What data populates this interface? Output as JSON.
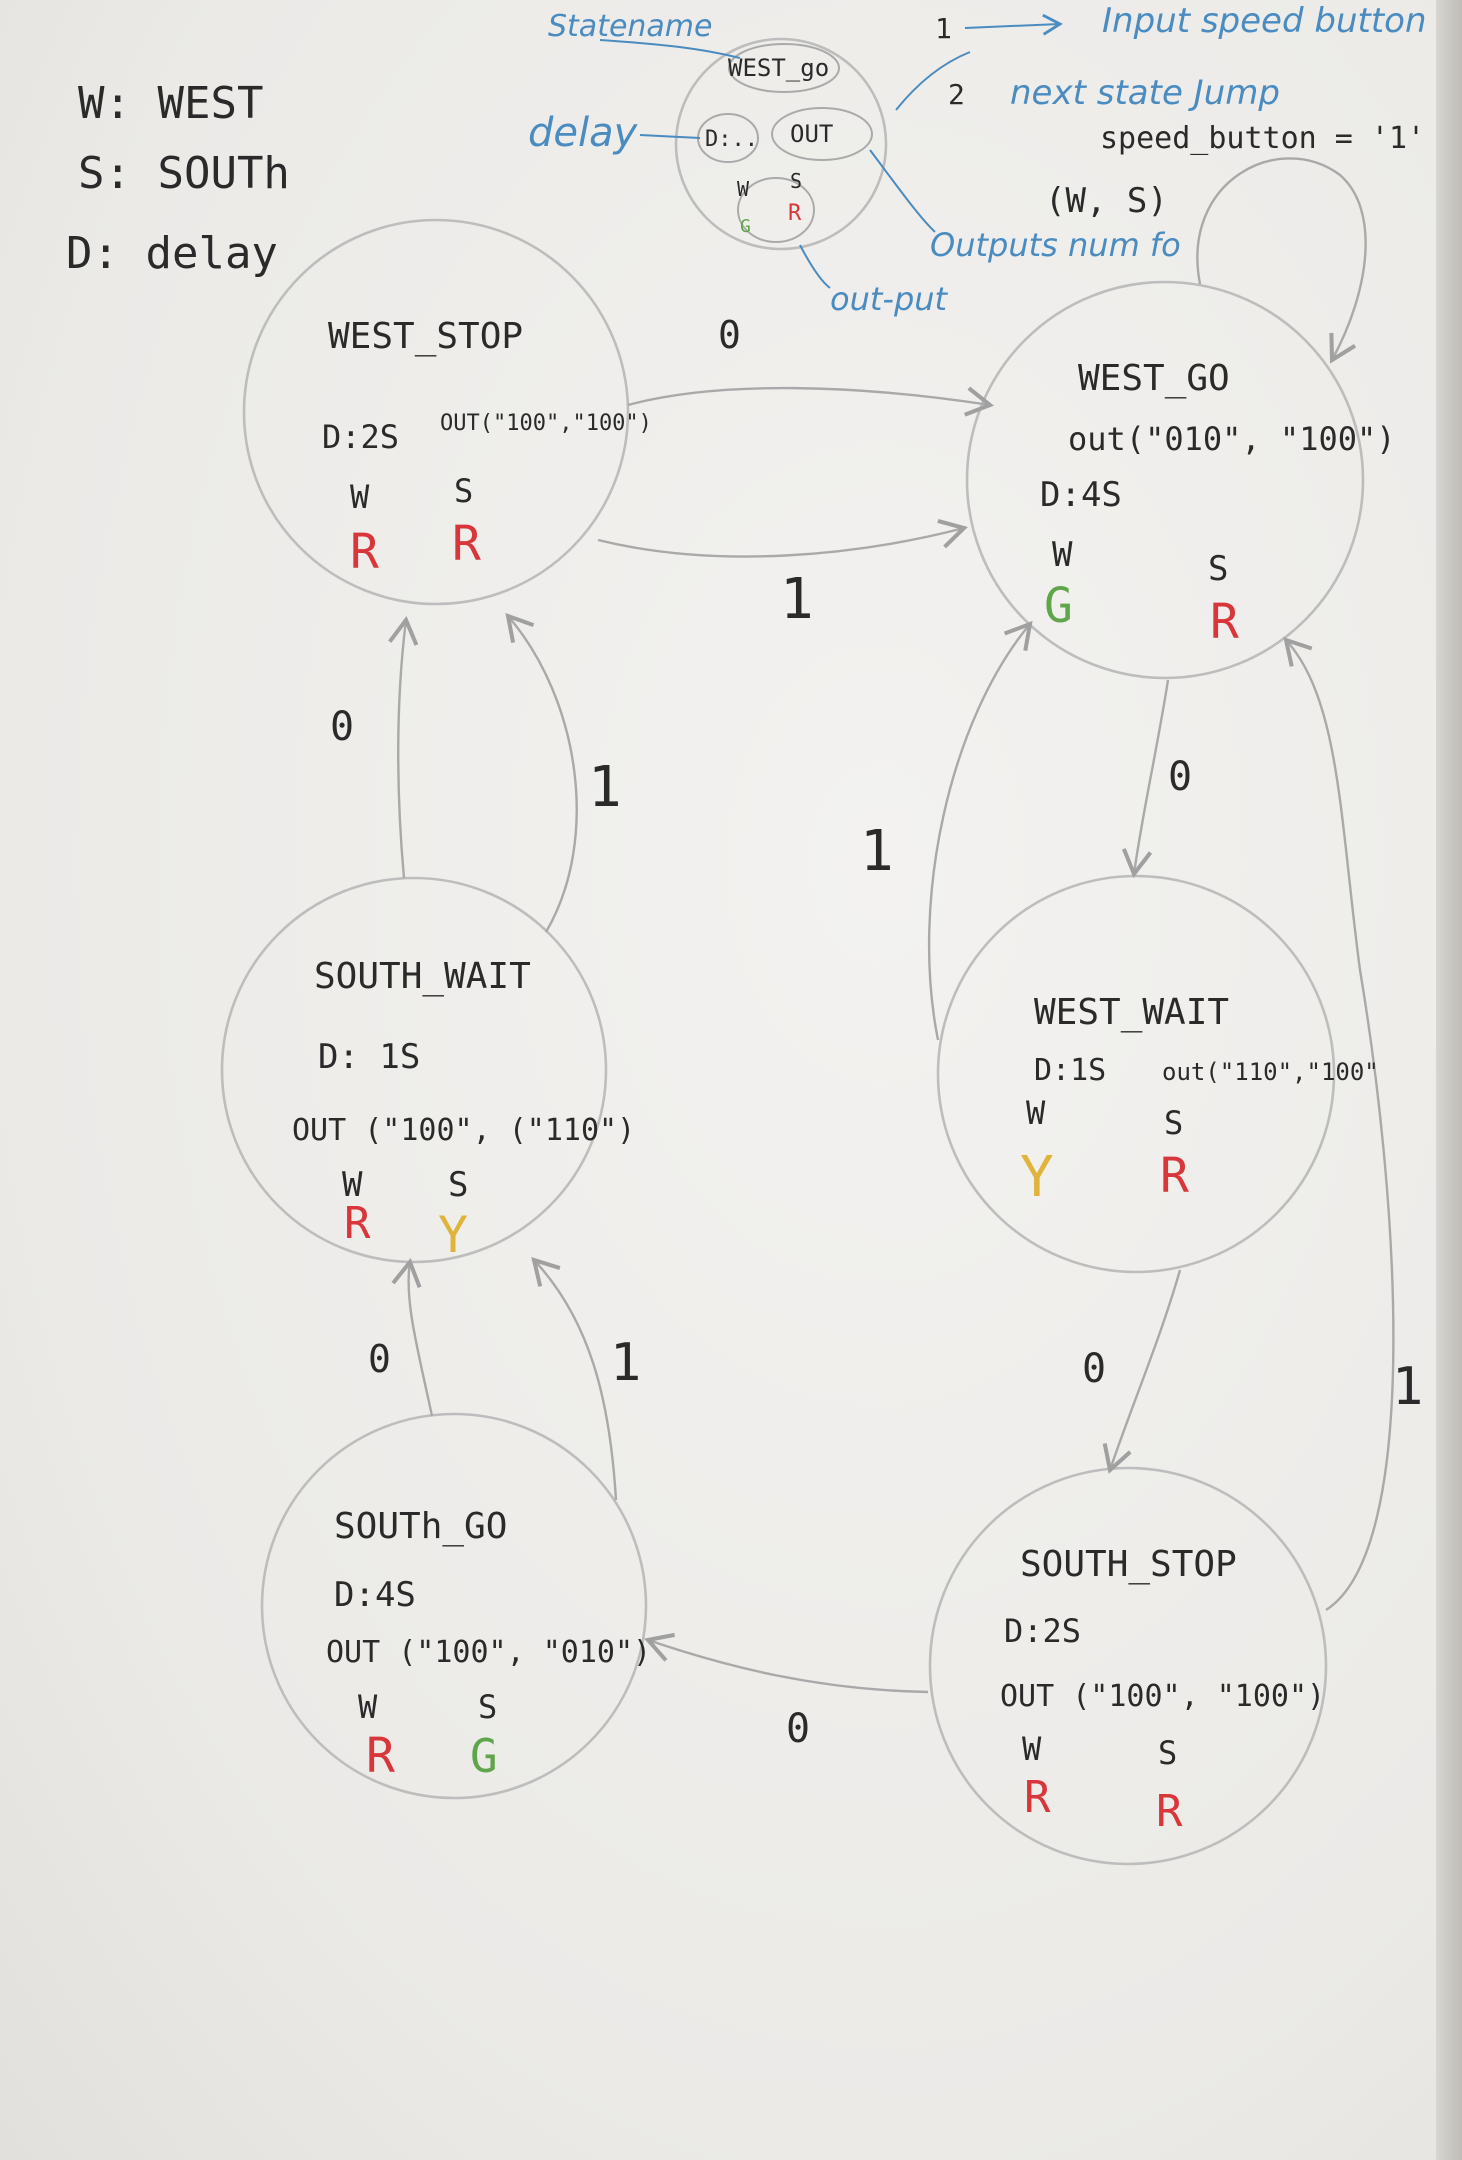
{
  "legend": {
    "west": "W: WEST",
    "south": "S: SOUTh",
    "delay": "D: delay"
  },
  "key": {
    "state_name_label": "Statename",
    "delay_label": "delay",
    "output_label": "out-put",
    "outputs_label": "Outputs num fo",
    "input_marker": "1",
    "input_label": "Input speed button",
    "next_marker": "2",
    "next_label": "next state Jump",
    "sample_state": "WEST_go",
    "sample_delay": "D:..",
    "sample_out": "OUT",
    "sample_w": "W",
    "sample_s": "S",
    "sample_w_light": "G",
    "sample_s_light": "R",
    "speed_button": "speed_button = '1'",
    "ws_pair": "(W, S)"
  },
  "colors": {
    "red": "#d8363a",
    "green": "#5fa64a",
    "yellow": "#e0b43c",
    "ink": "#2a2a2a",
    "blue": "#4a8bc0",
    "pencil": "#a9a9a9"
  },
  "states": {
    "west_stop": {
      "name": "WEST_STOP",
      "delay": "D:2S",
      "out": "OUT(\"100\",\"100\")",
      "w": "W",
      "s": "S",
      "w_light": "R",
      "s_light": "R"
    },
    "west_go": {
      "name": "WEST_GO",
      "delay": "D:4S",
      "out": "out(\"010\", \"100\")",
      "w": "W",
      "s": "S",
      "w_light": "G",
      "s_light": "R"
    },
    "west_wait": {
      "name": "WEST_WAIT",
      "delay": "D:1S",
      "out": "out(\"110\",\"100\"",
      "w": "W",
      "s": "S",
      "w_light": "Y",
      "s_light": "R"
    },
    "south_stop": {
      "name": "SOUTH_STOP",
      "delay": "D:2S",
      "out": "OUT (\"100\", \"100\")",
      "w": "W",
      "s": "S",
      "w_light": "R",
      "s_light": "R"
    },
    "south_go": {
      "name": "SOUTh_GO",
      "delay": "D:4S",
      "out": "OUT (\"100\", \"010\")",
      "w": "W",
      "s": "S",
      "w_light": "R",
      "s_light": "G"
    },
    "south_wait": {
      "name": "SOUTH_WAIT",
      "delay": "D: 1S",
      "out": "OUT (\"100\", (\"110\")",
      "w": "W",
      "s": "S",
      "w_light": "R",
      "s_light": "Y"
    }
  },
  "transitions": {
    "ws_to_wg_0": "0",
    "ws_to_wg_1": "1",
    "wg_to_ww_0": "0",
    "ww_to_wg_1": "1",
    "ww_to_ss_0": "0",
    "ss_to_wg_1": "1",
    "ss_to_sg_0": "0",
    "sg_to_sw_0": "0",
    "sg_to_sw_1": "1",
    "sw_to_ws_0": "0",
    "sw_to_ws_1": "1"
  }
}
